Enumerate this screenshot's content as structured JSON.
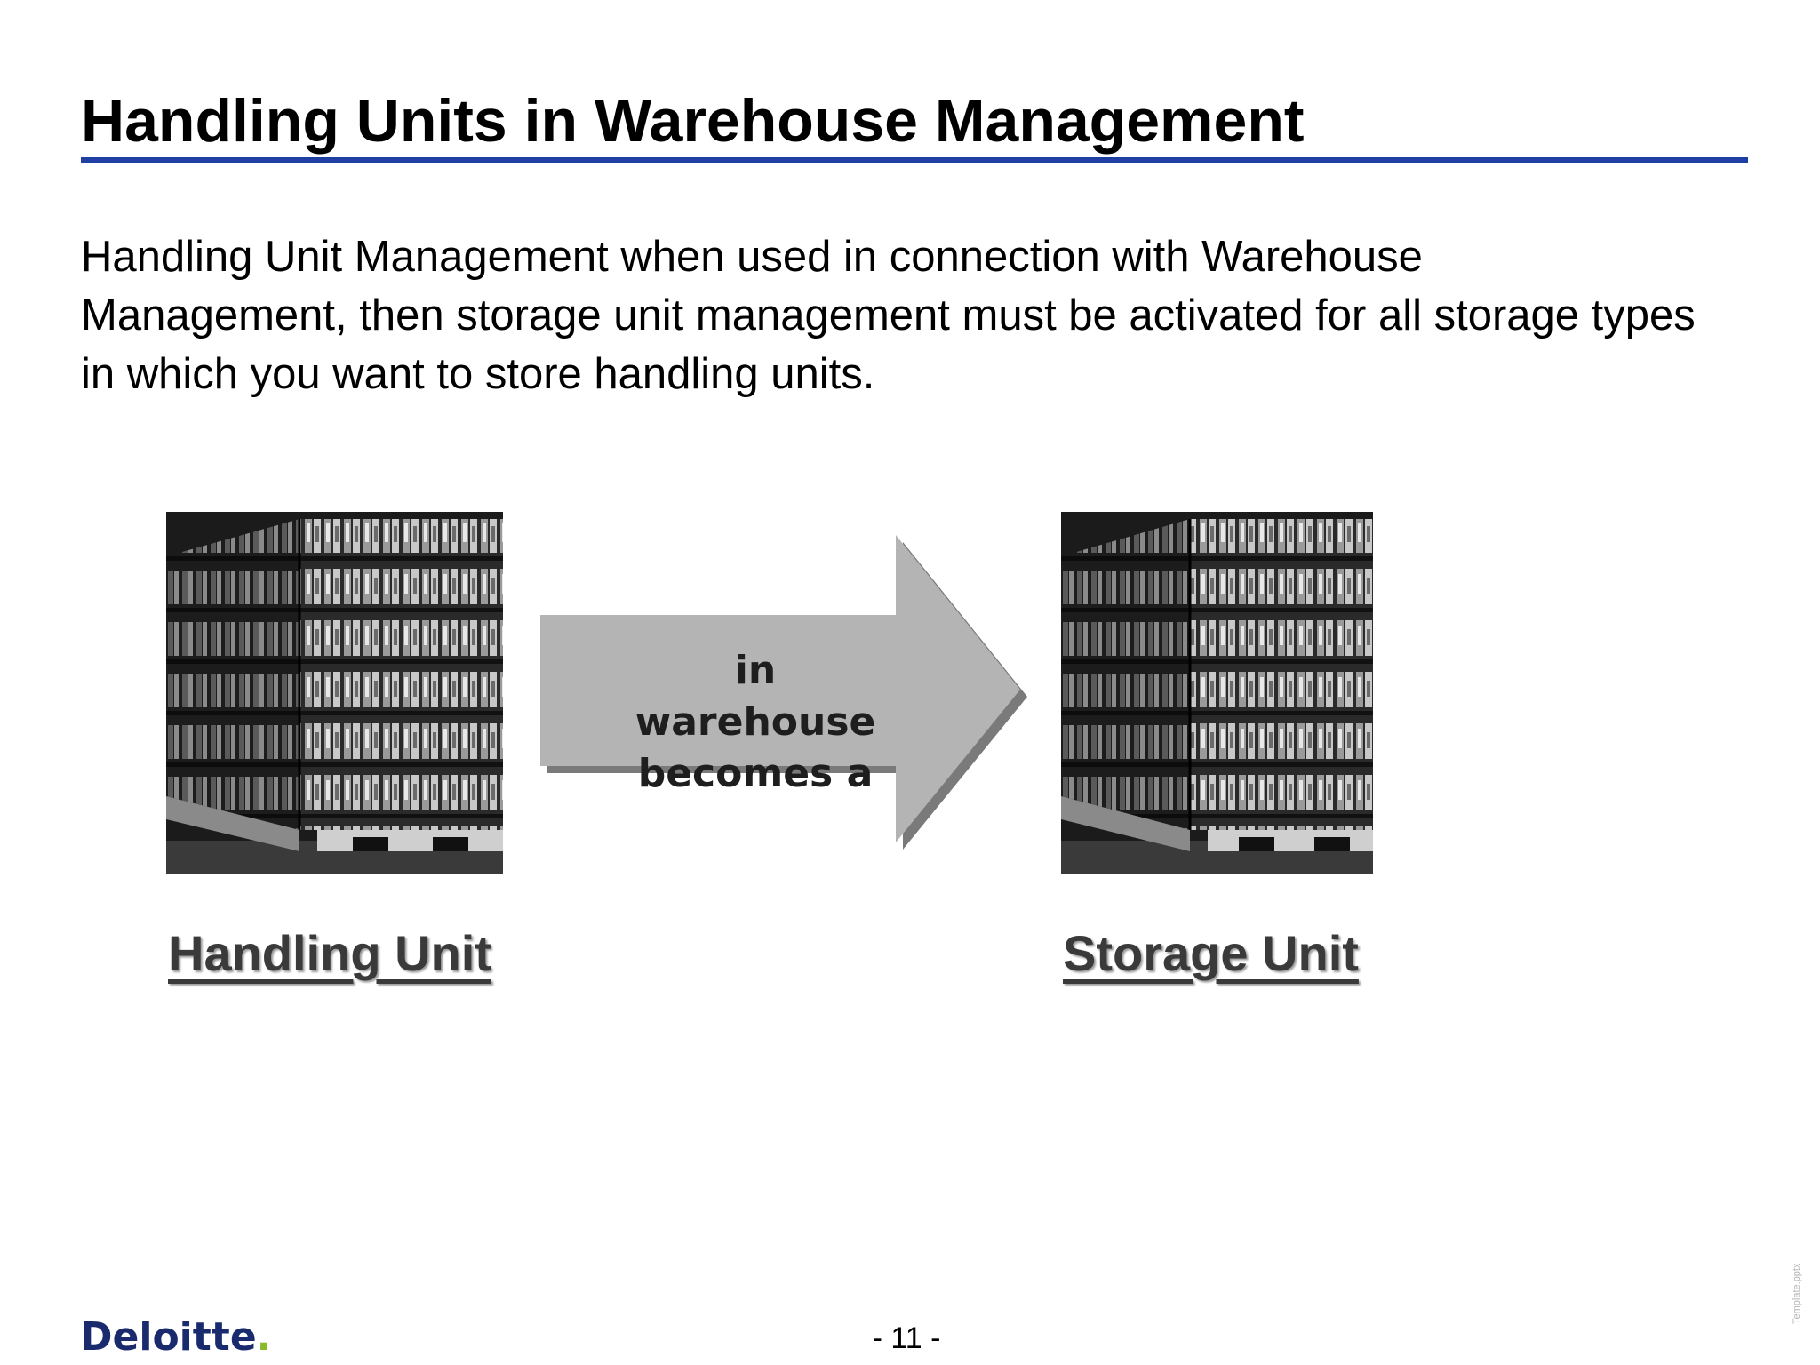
{
  "slide": {
    "title": "Handling Units in Warehouse Management",
    "body": "Handling Unit Management when used in connection with Warehouse Management, then storage unit management must be activated for all storage types in which you want to store handling units.",
    "page_number": "- 11 -",
    "template_tag": "Template.pptx"
  },
  "figure": {
    "arrow_text_line1": "in warehouse",
    "arrow_text_line2": "becomes a",
    "left_label": "Handling Unit",
    "right_label": "Storage Unit",
    "left_image": "palletized-goods-photo",
    "right_image": "palletized-goods-photo"
  },
  "logo": {
    "text": "Deloitte",
    "dot": "."
  },
  "colors": {
    "title_rule": "#1f3fa3",
    "logo_text": "#1a2b6d",
    "logo_dot": "#86bc25",
    "arrow_fill": "#b4b4b4"
  }
}
